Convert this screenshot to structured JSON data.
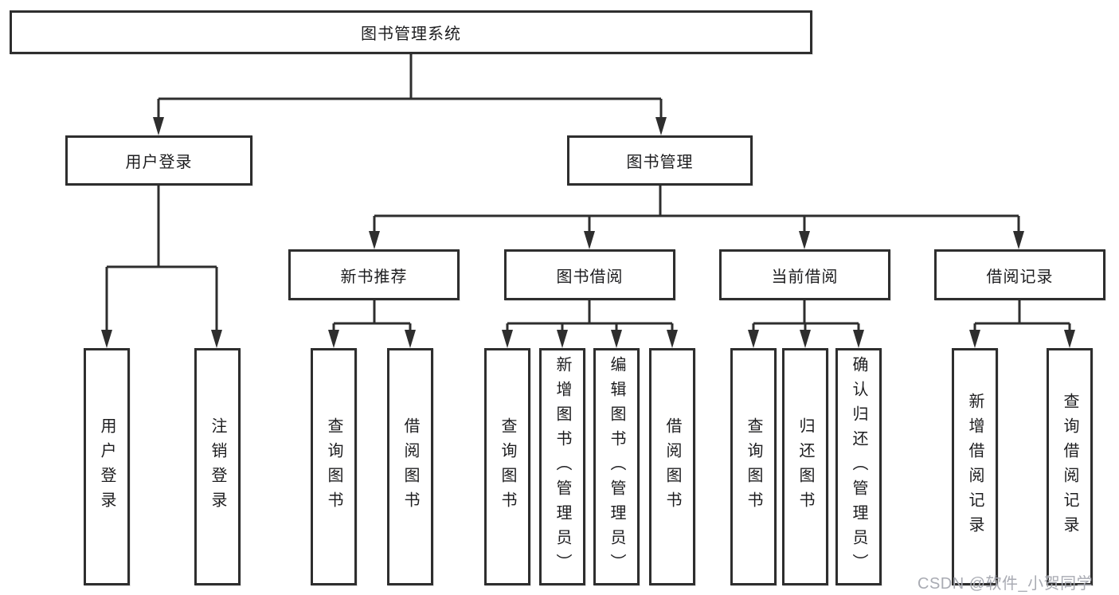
{
  "diagram": {
    "title": "图书管理系统",
    "level2": [
      "用户登录",
      "图书管理"
    ],
    "level3": [
      "新书推荐",
      "图书借阅",
      "当前借阅",
      "借阅记录"
    ],
    "leaves": {
      "user_login": [
        "用户登录",
        "注销登录"
      ],
      "new_book_recommend": [
        "查询图书",
        "借阅图书"
      ],
      "book_borrow": [
        "查询图书",
        "新增图书（管理员）",
        "编辑图书（管理员）",
        "借阅图书"
      ],
      "current_borrow": [
        "查询图书",
        "归还图书",
        "确认归还（管理员）"
      ],
      "borrow_record": [
        "新增借阅记录",
        "查询借阅记录"
      ]
    },
    "watermark": "CSDN @软件_小贺同学",
    "colors": {
      "line": "#2e2e2e",
      "text": "#1d1d1f",
      "watermark": "#a9abb3",
      "background": "#ffffff"
    }
  }
}
